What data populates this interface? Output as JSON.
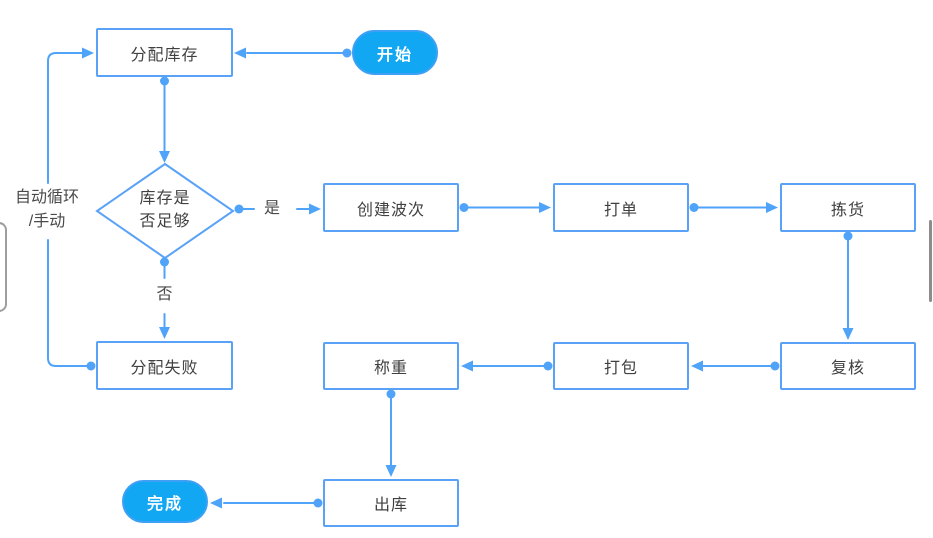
{
  "colors": {
    "connector": "#4fa3f8",
    "node_border": "#5aa2f8",
    "node_text": "#404040",
    "terminal_fill": "#12a7f2",
    "terminal_border": "#3da0f5",
    "terminal_text": "#ffffff",
    "label_text": "#4a4a4a",
    "edge_handle_gray": "#9e9e9e",
    "scrollbar_gray": "#8c8c8c"
  },
  "nodes": {
    "start": {
      "label": "开始"
    },
    "allocate": {
      "label": "分配库存"
    },
    "decision": {
      "line1": "库存是",
      "line2": "否足够"
    },
    "create_wave": {
      "label": "创建波次"
    },
    "print_order": {
      "label": "打单"
    },
    "pick": {
      "label": "拣货"
    },
    "alloc_fail": {
      "label": "分配失败"
    },
    "weigh": {
      "label": "称重"
    },
    "pack": {
      "label": "打包"
    },
    "recheck": {
      "label": "复核"
    },
    "outbound": {
      "label": "出库"
    },
    "finish": {
      "label": "完成"
    }
  },
  "edge_labels": {
    "yes": "是",
    "no": "否",
    "loop_line1": "自动循环",
    "loop_line2": "/手动"
  }
}
